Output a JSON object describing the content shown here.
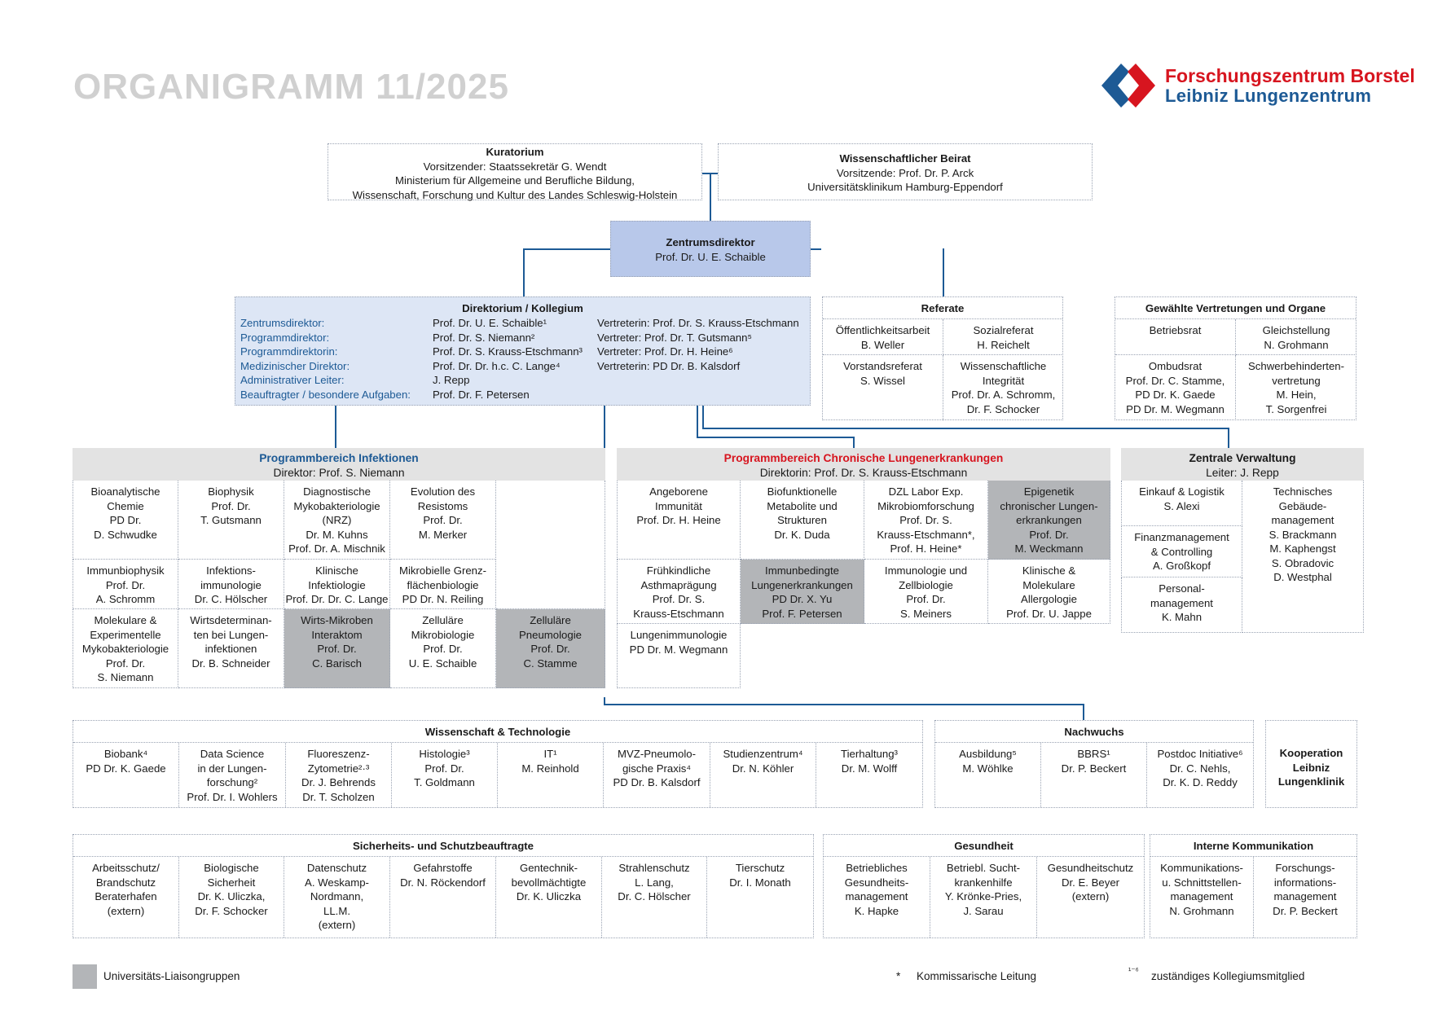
{
  "title": "ORGANIGRAMM 11/2025",
  "logo": {
    "line1": "Forschungszentrum Borstel",
    "line2": "Leibniz Lungenzentrum"
  },
  "kuratorium": {
    "title": "Kuratorium",
    "lines": "Vorsitzender: Staatssekretär G. Wendt\nMinisterium für Allgemeine und Berufliche Bildung,\nWissenschaft, Forschung und Kultur des Landes Schleswig-Holstein"
  },
  "beirat": {
    "title": "Wissenschaftlicher Beirat",
    "lines": "Vorsitzende: Prof. Dr. P. Arck\nUniversitätsklinikum Hamburg-Eppendorf"
  },
  "zentrumsdirektor": {
    "title": "Zentrumsdirektor",
    "name": "Prof. Dr. U. E. Schaible"
  },
  "direktorium": {
    "title": "Direktorium / Kollegium",
    "rows": [
      {
        "role": "Zentrumsdirektor:",
        "name": "Prof. Dr. U. E. Schaible¹",
        "deputy": "Vertreterin: Prof. Dr. S. Krauss-Etschmann"
      },
      {
        "role": "Programmdirektor:",
        "name": "Prof. Dr. S. Niemann²",
        "deputy": "Vertreter: Prof. Dr. T. Gutsmann⁵"
      },
      {
        "role": "Programmdirektorin:",
        "name": "Prof. Dr. S. Krauss-Etschmann³",
        "deputy": "Vertreter: Prof. Dr. H. Heine⁶"
      },
      {
        "role": "Medizinischer Direktor:",
        "name": "Prof. Dr. Dr. h.c. C. Lange⁴",
        "deputy": "Vertreterin: PD Dr. B. Kalsdorf"
      },
      {
        "role": "Administrativer Leiter:",
        "name": "J. Repp",
        "deputy": ""
      },
      {
        "role": "Beauftragter / besondere Aufgaben:",
        "name": "Prof. Dr. F. Petersen",
        "deputy": ""
      }
    ]
  },
  "referate": {
    "title": "Referate",
    "cells": [
      {
        "lead": "Öffentlichkeitsarbeit",
        "text": "B. Weller"
      },
      {
        "lead": "Sozialreferat",
        "text": "H. Reichelt"
      },
      {
        "lead": "Vorstandsreferat",
        "text": "S. Wissel"
      },
      {
        "lead": "Wissenschaftliche Integrität",
        "text": "Prof. Dr. A. Schromm,\nDr. F. Schocker"
      }
    ]
  },
  "vertretungen": {
    "title": "Gewählte Vertretungen und Organe",
    "cells": [
      {
        "lead": "Betriebsrat",
        "text": ""
      },
      {
        "lead": "Gleichstellung",
        "text": "N. Grohmann"
      },
      {
        "lead": "Ombudsrat",
        "text": "Prof. Dr. C. Stamme,\nPD Dr. K. Gaede\nPD Dr. M. Wegmann"
      },
      {
        "lead": "Schwerbehinderten-\nvertretung",
        "text": "M. Hein,\nT. Sorgenfrei"
      }
    ]
  },
  "infektionen": {
    "title": "Programmbereich Infektionen",
    "sub": "Direktor: Prof. S. Niemann",
    "cells": [
      {
        "text": "Bioanalytische\nChemie\nPD Dr.\nD. Schwudke",
        "grey": false
      },
      {
        "text": "Biophysik\nProf. Dr.\nT. Gutsmann",
        "grey": false
      },
      {
        "text": "Diagnostische\nMykobakteriologie\n(NRZ)\nDr. M. Kuhns\nProf. Dr. A. Mischnik",
        "grey": false
      },
      {
        "text": "Evolution des\nResistoms\nProf. Dr.\nM. Merker",
        "grey": false
      },
      {
        "text": "Immunbiophysik\nProf. Dr.\nA. Schromm",
        "grey": false
      },
      {
        "text": "Infektions-\nimmunologie\nDr. C. Hölscher",
        "grey": false
      },
      {
        "text": "Klinische\nInfektiologie\nProf. Dr. Dr. C. Lange",
        "grey": false
      },
      {
        "text": "Mikrobielle Grenz-\nflächenbiologie\nPD Dr. N. Reiling",
        "grey": false
      },
      {
        "text": "Molekulare &\nExperimentelle\nMykobakteriologie\nProf. Dr.\nS. Niemann",
        "grey": false
      },
      {
        "text": "Wirtsdeterminan-\nten bei Lungen-\ninfektionen\nDr. B. Schneider",
        "grey": false
      },
      {
        "text": "Wirts-Mikroben\nInteraktom\nProf. Dr.\nC. Barisch",
        "grey": true
      },
      {
        "text": "Zelluläre\nMikrobiologie\nProf. Dr.\nU. E. Schaible",
        "grey": false
      },
      {
        "text": "Zelluläre\nPneumologie\nProf. Dr.\nC. Stamme",
        "grey": true
      }
    ]
  },
  "chronisch": {
    "title": "Programmbereich Chronische Lungenerkrankungen",
    "sub": "Direktorin: Prof. Dr. S. Krauss-Etschmann",
    "cells": [
      {
        "text": "Angeborene\nImmunität\nProf. Dr. H. Heine",
        "grey": false
      },
      {
        "text": "Biofunktionelle\nMetabolite und\nStrukturen\nDr. K. Duda",
        "grey": false
      },
      {
        "text": "DZL Labor Exp.\nMikrobiomforschung\nProf. Dr. S.\nKrauss-Etschmann*,\nProf. H. Heine*",
        "grey": false
      },
      {
        "text": "Epigenetik\nchronischer Lungen-\nerkrankungen\nProf. Dr.\nM. Weckmann",
        "grey": true
      },
      {
        "text": "Frühkindliche\nAsthmaprägung\nProf. Dr. S.\nKrauss-Etschmann",
        "grey": false
      },
      {
        "text": "Immunbedingte\nLungenerkrankungen\nPD Dr. X. Yu\nProf. F. Petersen",
        "grey": true
      },
      {
        "text": "Immunologie und\nZellbiologie\nProf. Dr.\nS. Meiners",
        "grey": false
      },
      {
        "text": "Klinische &\nMolekulare\nAllergologie\nProf. Dr. U. Jappe",
        "grey": false
      },
      {
        "text": "Lungenimmunologie\nPD Dr. M. Wegmann",
        "grey": false
      }
    ]
  },
  "verwaltung": {
    "title": "Zentrale Verwaltung",
    "sub": "Leiter: J. Repp",
    "cells": [
      {
        "text": "Einkauf & Logistik\nS. Alexi"
      },
      {
        "text": "Technisches\nGebäude-\nmanagement\nS. Brackmann\nM. Kaphengst\nS. Obradovic\nD. Westphal"
      },
      {
        "text": "Finanzmanagement\n& Controlling\nA. Großkopf"
      },
      {
        "text": "Personal-\nmanagement\nK. Mahn"
      }
    ]
  },
  "wissenschaft": {
    "title": "Wissenschaft & Technologie",
    "cells": [
      {
        "text": "Biobank⁴\nPD Dr. K. Gaede"
      },
      {
        "text": "Data Science\nin der Lungen-\nforschung²\nProf. Dr. I. Wohlers"
      },
      {
        "text": "Fluoreszenz-\nZytometrie²·³\nDr. J. Behrends\nDr. T. Scholzen"
      },
      {
        "text": "Histologie³\nProf. Dr.\nT. Goldmann"
      },
      {
        "text": "IT¹\nM. Reinhold"
      },
      {
        "text": "MVZ-Pneumolo-\ngische Praxis⁴\nPD Dr. B. Kalsdorf"
      },
      {
        "text": "Studienzentrum⁴\nDr. N. Köhler"
      },
      {
        "text": "Tierhaltung³\nDr. M. Wolff"
      }
    ]
  },
  "nachwuchs": {
    "title": "Nachwuchs",
    "cells": [
      {
        "text": "Ausbildung⁵\nM. Wöhlke"
      },
      {
        "text": "BBRS¹\nDr. P. Beckert"
      },
      {
        "text": "Postdoc Initiative⁶\nDr. C. Nehls,\nDr. K. D. Reddy"
      }
    ]
  },
  "kooperation": {
    "text": "Kooperation\nLeibniz\nLungenklinik"
  },
  "sicherheit": {
    "title": "Sicherheits- und Schutzbeauftragte",
    "cells": [
      {
        "text": "Arbeitsschutz/\nBrandschutz\nBeraterhafen\n(extern)"
      },
      {
        "text": "Biologische\nSicherheit\nDr. K. Uliczka,\nDr. F. Schocker"
      },
      {
        "text": "Datenschutz\nA. Weskamp-\nNordmann,\nLL.M.\n(extern)"
      },
      {
        "text": "Gefahrstoffe\nDr. N. Röckendorf"
      },
      {
        "text": "Gentechnik-\nbevollmächtigte\nDr. K. Uliczka"
      },
      {
        "text": "Strahlenschutz\nL. Lang,\nDr. C. Hölscher"
      },
      {
        "text": "Tierschutz\nDr. I. Monath"
      }
    ]
  },
  "gesundheit": {
    "title": "Gesundheit",
    "cells": [
      {
        "text": "Betriebliches\nGesundheits-\nmanagement\nK. Hapke"
      },
      {
        "text": "Betriebl. Sucht-\nkrankenhilfe\nY. Krönke-Pries,\nJ. Sarau"
      },
      {
        "text": "Gesundheitschutz\nDr. E. Beyer\n(extern)"
      }
    ]
  },
  "kommunikation": {
    "title": "Interne Kommunikation",
    "cells": [
      {
        "text": "Kommunikations-\nu. Schnittstellen-\nmanagement\nN. Grohmann"
      },
      {
        "text": "Forschungs-\ninformations-\nmanagement\nDr. P. Beckert"
      }
    ]
  },
  "legend": {
    "grey": "Universitäts-Liaisongruppen",
    "star_symbol": "*",
    "star": "Kommissarische Leitung",
    "num_symbol": "¹⁻⁶",
    "num": "zuständiges Kollegiumsmitglied"
  },
  "colors": {
    "line": "#1d5a95",
    "header_grey": "#e3e3e3",
    "liaison_grey": "#b3b5b8",
    "direktor_fill": "#b8c8ea",
    "direktorium_fill": "#dde6f5",
    "red": "#d7151f"
  }
}
